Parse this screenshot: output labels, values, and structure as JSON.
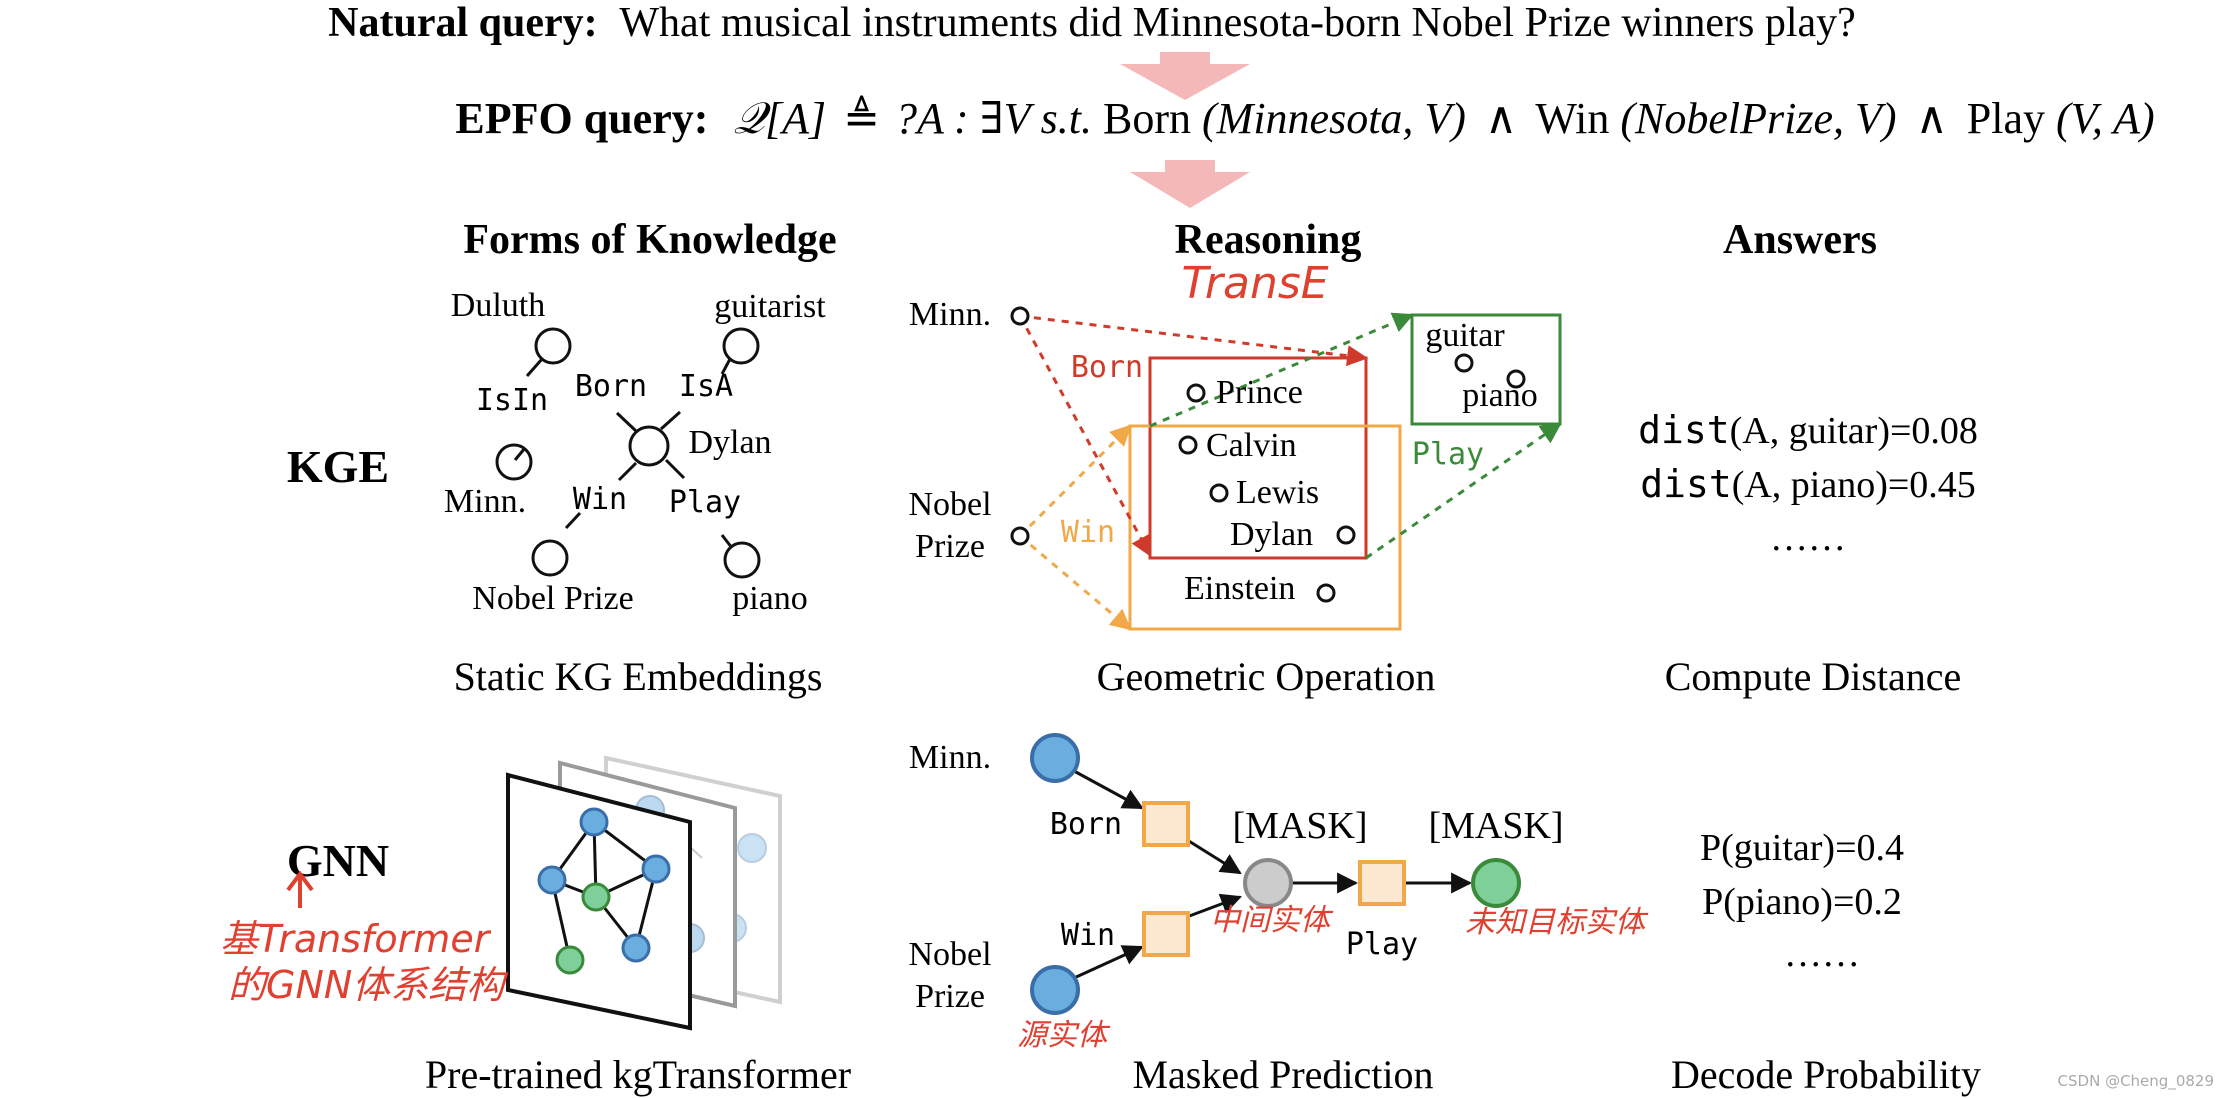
{
  "header": {
    "natural_label": "Natural query:",
    "natural_text": "What musical instruments did Minnesota-born Nobel Prize winners play?",
    "epfo_label": "EPFO query:",
    "epfo_q": "𝒬[A]",
    "epfo_def": "≜",
    "epfo_body1": "?A : ∃V s.t.",
    "epfo_born": "Born",
    "epfo_arg1": "(Minnesota, V)",
    "epfo_and": "∧",
    "epfo_win": "Win",
    "epfo_arg2": "(NobelPrize, V)",
    "epfo_play": "Play",
    "epfo_arg3": "(V, A)"
  },
  "columns": {
    "knowledge": "Forms of Knowledge",
    "reasoning": "Reasoning",
    "answers": "Answers"
  },
  "rows": {
    "kge": "KGE",
    "gnn": "GNN"
  },
  "kge_graph": {
    "duluth": "Duluth",
    "guitarist": "guitarist",
    "isin": "IsIn",
    "born": "Born",
    "isa": "IsA",
    "dylan": "Dylan",
    "minn": "Minn.",
    "win": "Win",
    "play": "Play",
    "nobel": "Nobel Prize",
    "piano": "piano",
    "caption": "Static KG Embeddings"
  },
  "geometric": {
    "minn": "Minn.",
    "nobel_line1": "Nobel",
    "nobel_line2": "Prize",
    "born": "Born",
    "win": "Win",
    "play": "Play",
    "guitar": "guitar",
    "piano": "piano",
    "prince": "Prince",
    "calvin": "Calvin",
    "lewis": "Lewis",
    "dylan": "Dylan",
    "einstein": "Einstein",
    "caption": "Geometric Operation"
  },
  "kge_answers": {
    "line1_fn": "dist",
    "line1_rest": "(A, guitar)=0.08",
    "line2_fn": "dist",
    "line2_rest": "(A, piano)=0.45",
    "ellipsis": "……",
    "caption": "Compute Distance"
  },
  "gnn_left": {
    "caption": "Pre-trained kgTransformer"
  },
  "masked": {
    "minn": "Minn.",
    "nobel_line1": "Nobel",
    "nobel_line2": "Prize",
    "born": "Born",
    "win": "Win",
    "play": "Play",
    "mask1": "[MASK]",
    "mask2": "[MASK]",
    "caption": "Masked Prediction"
  },
  "gnn_answers": {
    "line1": "P(guitar)=0.4",
    "line2": "P(piano)=0.2",
    "ellipsis": "……",
    "caption": "Decode Probability"
  },
  "watermark": "CSDN @Cheng_0829",
  "colors": {
    "born": "#d03a2a",
    "win": "#f0a848",
    "play": "#3a8a3a",
    "arrow": "#f4b8b8",
    "node_blue": "#6aaee0",
    "node_green": "#7fcf9a",
    "node_gray": "#cccccc",
    "annotation": "#e04030"
  }
}
